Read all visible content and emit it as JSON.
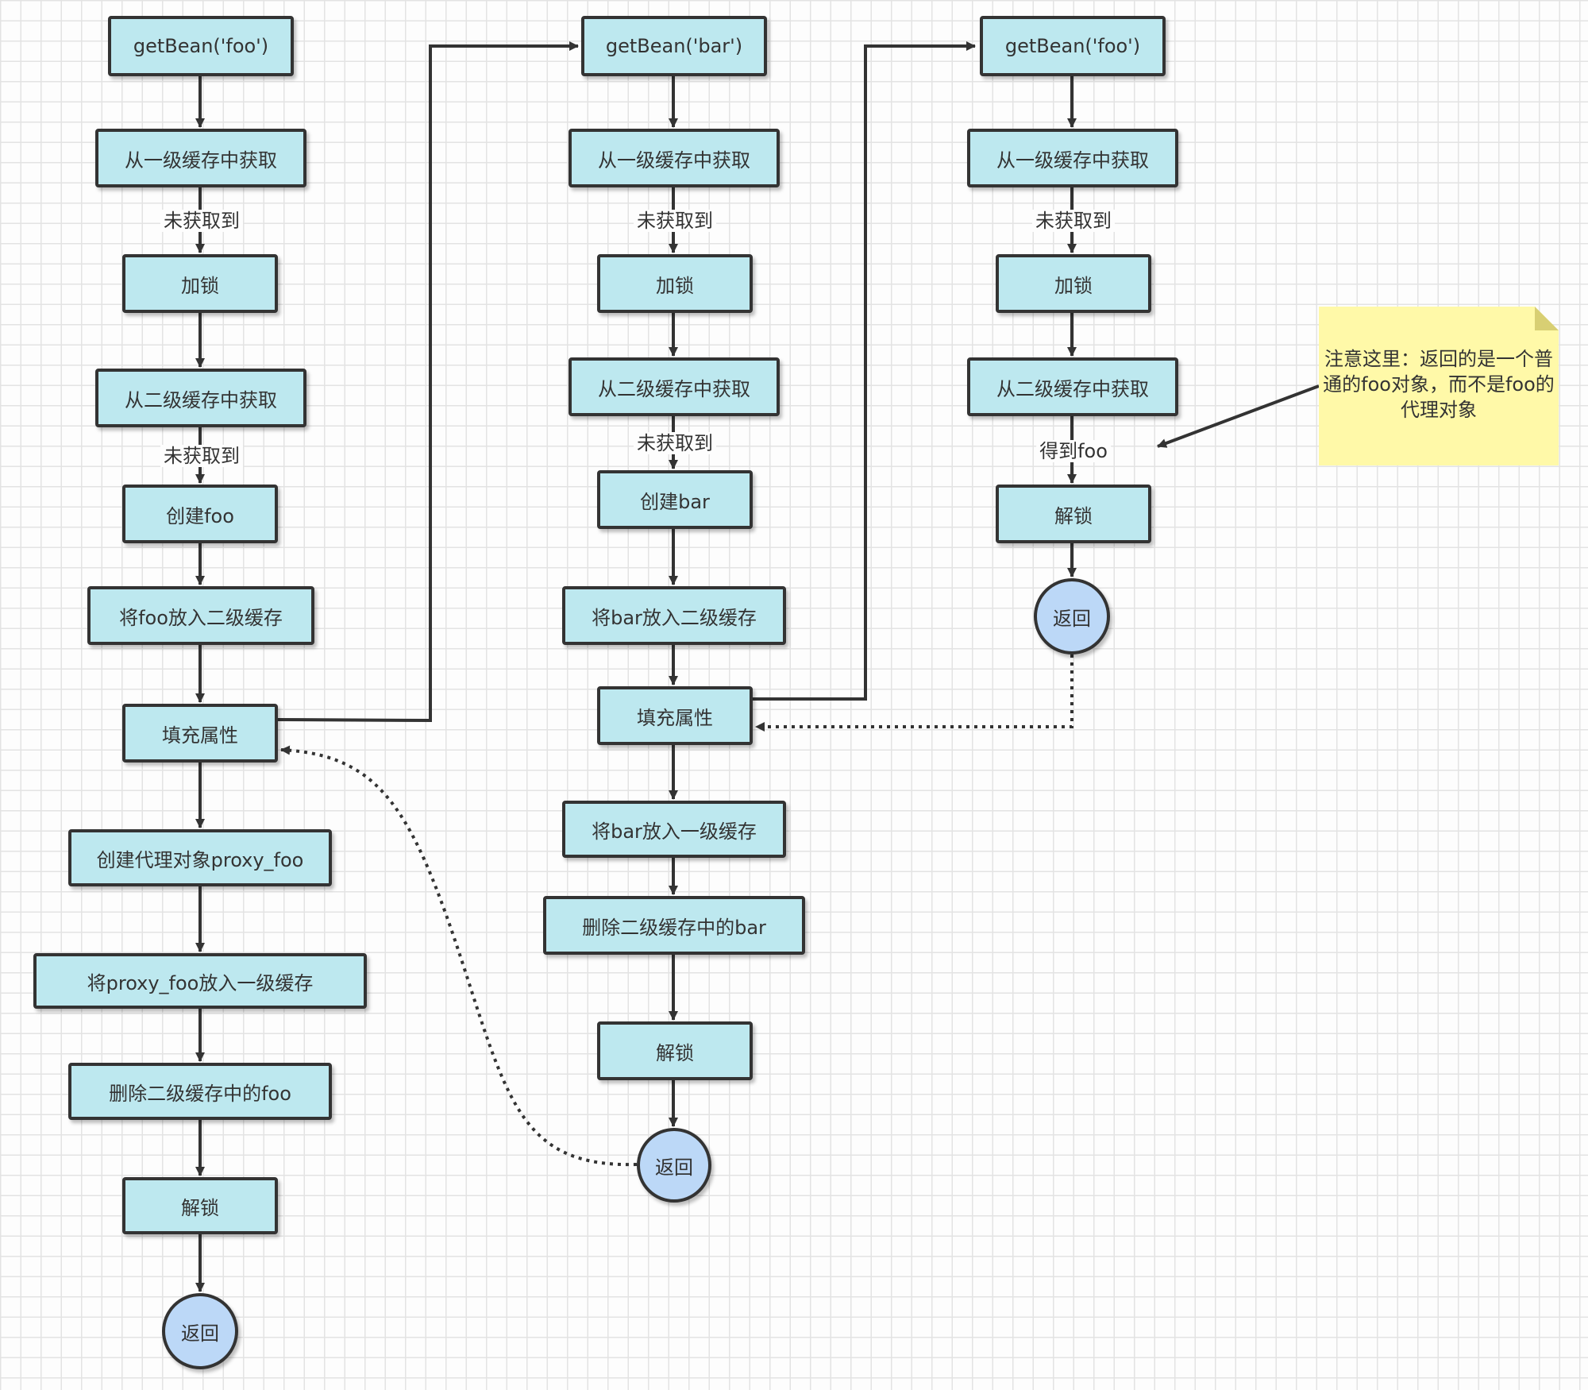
{
  "flow_foo": {
    "get_bean": "getBean('foo')",
    "get_l1": "从一级缓存中获取",
    "miss_1": "未获取到",
    "lock": "加锁",
    "get_l2": "从二级缓存中获取",
    "miss_2": "未获取到",
    "create": "创建foo",
    "put_l2": "将foo放入二级缓存",
    "populate": "填充属性",
    "create_proxy": "创建代理对象proxy_foo",
    "put_l1": "将proxy_foo放入一级缓存",
    "delete_l2": "删除二级缓存中的foo",
    "unlock": "解锁",
    "return": "返回"
  },
  "flow_bar": {
    "get_bean": "getBean('bar')",
    "get_l1": "从一级缓存中获取",
    "miss_1": "未获取到",
    "lock": "加锁",
    "get_l2": "从二级缓存中获取",
    "miss_2": "未获取到",
    "create": "创建bar",
    "put_l2": "将bar放入二级缓存",
    "populate": "填充属性",
    "put_l1": "将bar放入一级缓存",
    "delete_l2": "删除二级缓存中的bar",
    "unlock": "解锁",
    "return": "返回"
  },
  "flow_foo_again": {
    "get_bean": "getBean('foo')",
    "get_l1": "从一级缓存中获取",
    "miss_1": "未获取到",
    "lock": "加锁",
    "get_l2": "从二级缓存中获取",
    "got": "得到foo",
    "unlock": "解锁",
    "return": "返回"
  },
  "note": {
    "text": "注意这里：返回的是一个普通的foo对象，而不是foo的代理对象"
  },
  "colors": {
    "process_fill": "#bde8ef",
    "terminal_fill": "#bcd8f7",
    "note_fill": "#fff9a8",
    "stroke": "#333333",
    "grid": "#e3e3e3"
  }
}
